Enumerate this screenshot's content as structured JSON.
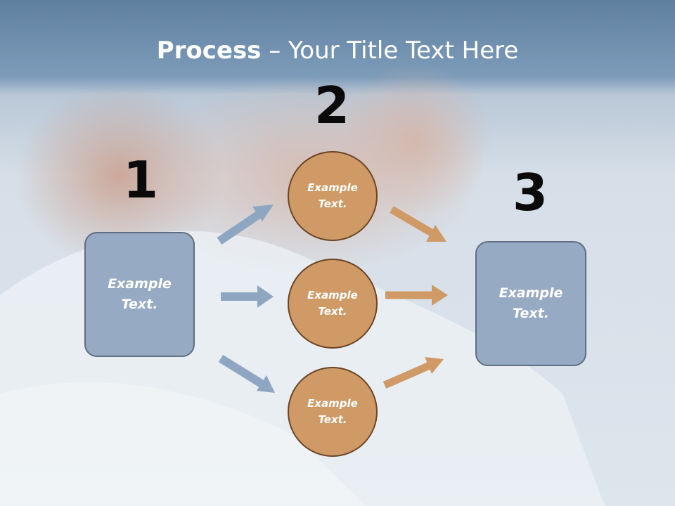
{
  "title": {
    "bold": "Process",
    "rest": " – Your Title Text Here"
  },
  "steps": {
    "one": "1",
    "two": "2",
    "three": "3"
  },
  "boxes": {
    "left": "Example\nText.",
    "right": "Example\nText."
  },
  "circles": {
    "top": "Example\nText.",
    "middle": "Example\nText.",
    "bottom": "Example\nText."
  },
  "colors": {
    "box_fill": "#96aac3",
    "circle_fill": "#cf9a66",
    "blue_arrow": "#8ea6c2",
    "orange_arrow": "#cf9a66"
  },
  "background": {
    "description_icon": "woman-holding-neck-photo"
  }
}
